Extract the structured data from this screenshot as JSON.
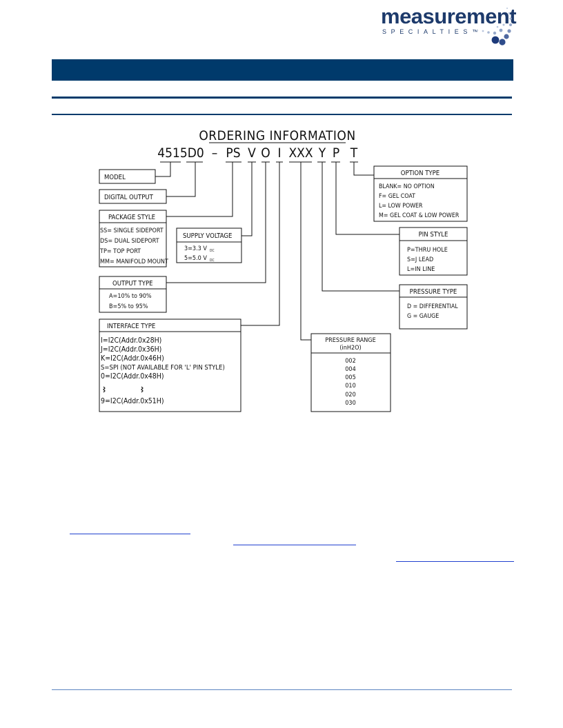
{
  "logo": {
    "word": "measurement",
    "sub": "SPECIALTIES™"
  },
  "ordering": {
    "title": "ORDERING INFORMATION",
    "code_parts": [
      "4515D0",
      "–",
      "PS",
      "V",
      "O",
      "I",
      "XXX",
      "Y",
      "P",
      "T"
    ],
    "boxes": {
      "model": {
        "header": "MODEL"
      },
      "digital_output": {
        "header": "DIGITAL OUTPUT"
      },
      "package_style": {
        "header": "PACKAGE STYLE",
        "lines": [
          "SS= SINGLE SIDEPORT",
          "DS= DUAL SIDEPORT",
          "TP= TOP PORT",
          "MM= MANIFOLD MOUNT"
        ]
      },
      "supply_voltage": {
        "header": "SUPPLY VOLTAGE",
        "lines": [
          "3=3.3 V",
          "5=5.0 V"
        ],
        "subscript": "DC"
      },
      "output_type": {
        "header": "OUTPUT TYPE",
        "lines": [
          "A=10% to 90%",
          "B=5% to 95%"
        ]
      },
      "interface_type": {
        "header": "INTERFACE TYPE",
        "lines": [
          "I=I2C(Addr.0x28H)",
          "J=I2C(Addr.0x36H)",
          "K=I2C(Addr.0x46H)",
          "S=SPI (NOT AVAILABLE FOR 'L' PIN STYLE)",
          "0=I2C(Addr.0x48H)",
          "9=I2C(Addr.0x51H)"
        ]
      },
      "pressure_range": {
        "header_line1": "PRESSURE RANGE",
        "header_line2": "(inH2O)",
        "lines": [
          "002",
          "004",
          "005",
          "010",
          "020",
          "030"
        ]
      },
      "option_type": {
        "header": "OPTION TYPE",
        "lines": [
          "BLANK= NO OPTION",
          "F= GEL COAT",
          "L= LOW POWER",
          "M= GEL COAT & LOW POWER"
        ]
      },
      "pin_style": {
        "header": "PIN STYLE",
        "lines": [
          "P=THRU HOLE",
          "S=J LEAD",
          "L=IN LINE"
        ]
      },
      "pressure_type": {
        "header": "PRESSURE TYPE",
        "lines": [
          "D = DIFFERENTIAL",
          "G = GAUGE"
        ]
      }
    }
  }
}
